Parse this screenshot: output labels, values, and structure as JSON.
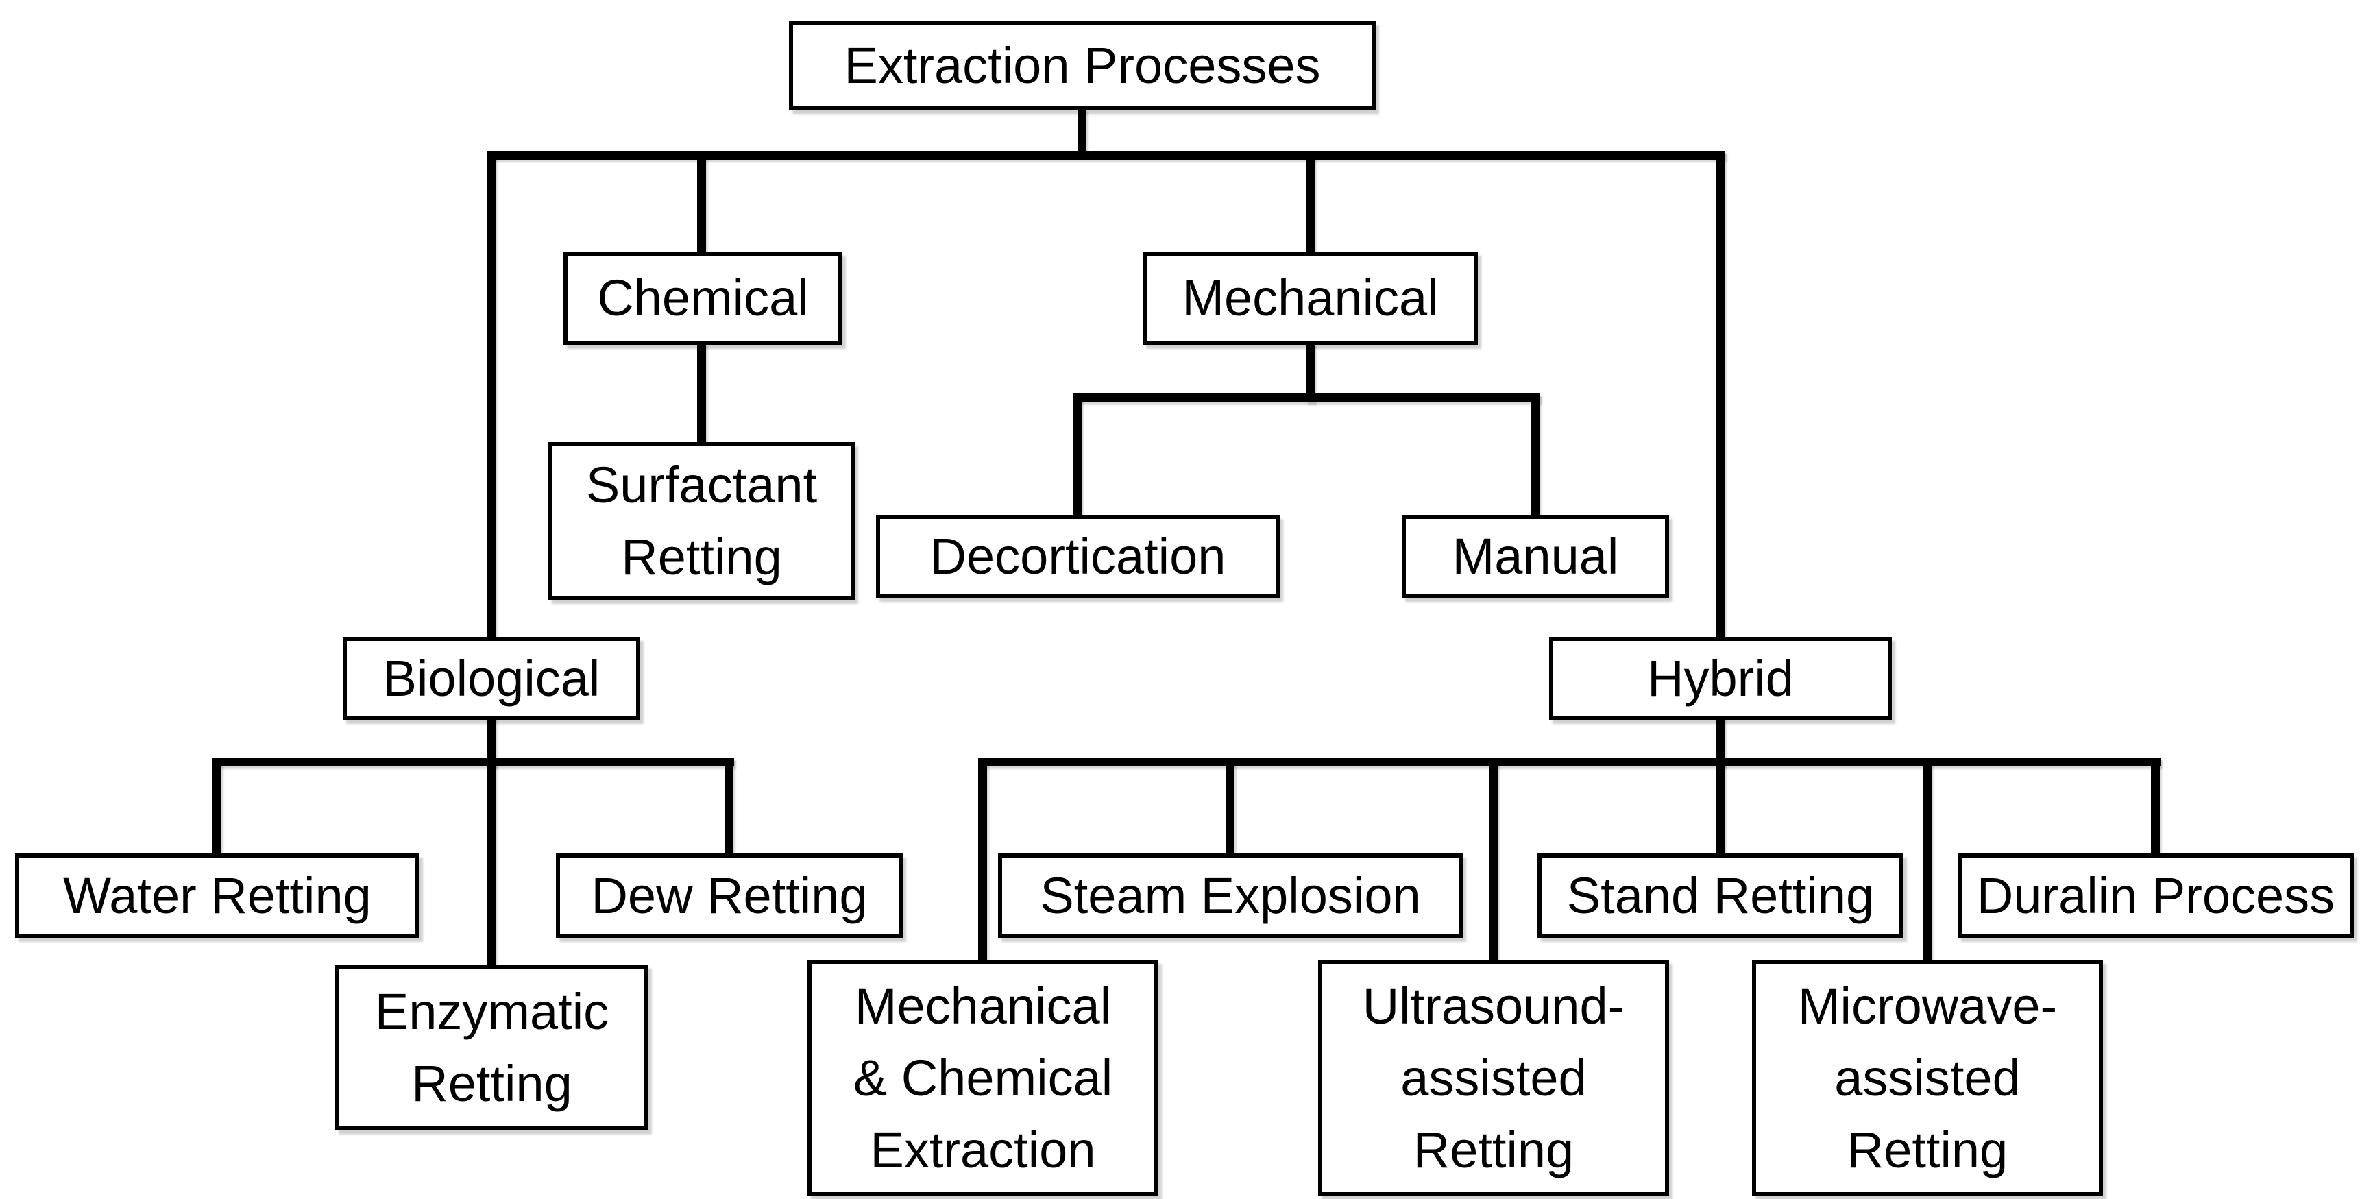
{
  "figure": {
    "type": "flowchart",
    "background_color": "#ffffff",
    "box_fill_color": "#ffffff",
    "box_border_color": "#000000",
    "line_color": "#000000",
    "text_color": "#000000"
  },
  "nodes": {
    "extraction": {
      "label": "Extraction Processes",
      "children": [
        "chemical",
        "mechanical",
        "biological",
        "hybrid"
      ]
    },
    "chemical": {
      "label": "Chemical",
      "children": [
        "surfactant"
      ]
    },
    "mechanical": {
      "label": "Mechanical",
      "children": [
        "decortication",
        "manual"
      ]
    },
    "biological": {
      "label": "Biological",
      "children": [
        "water",
        "enzymatic",
        "dew"
      ]
    },
    "hybrid": {
      "label": "Hybrid",
      "children": [
        "mechchem",
        "steam",
        "ultrasound",
        "stand",
        "microwave",
        "duralin"
      ]
    },
    "surfactant": {
      "label": "Surfactant\nRetting",
      "children": []
    },
    "decortication": {
      "label": "Decortication",
      "children": []
    },
    "manual": {
      "label": "Manual",
      "children": []
    },
    "water": {
      "label": "Water Retting",
      "children": []
    },
    "enzymatic": {
      "label": "Enzymatic\nRetting",
      "children": []
    },
    "dew": {
      "label": "Dew Retting",
      "children": []
    },
    "steam": {
      "label": "Steam Explosion",
      "children": []
    },
    "stand": {
      "label": "Stand Retting",
      "children": []
    },
    "duralin": {
      "label": "Duralin Process",
      "children": []
    },
    "mechchem": {
      "label": "Mechanical\n& Chemical\nExtraction",
      "children": []
    },
    "ultrasound": {
      "label": "Ultrasound-\nassisted\nRetting",
      "children": []
    },
    "microwave": {
      "label": "Microwave-\nassisted\nRetting",
      "children": []
    }
  }
}
